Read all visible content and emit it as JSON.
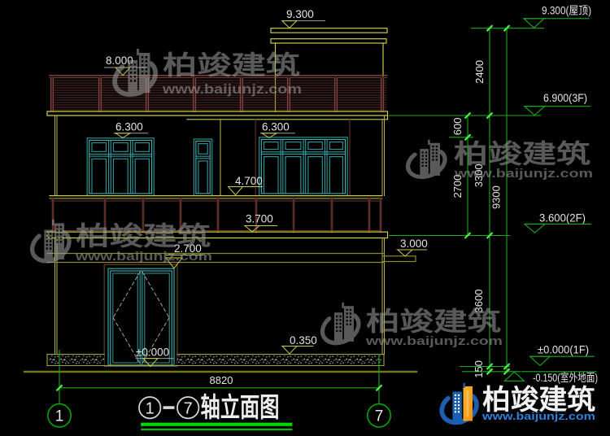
{
  "drawing": {
    "title": {
      "axis_from": "1",
      "separator": "-",
      "axis_to": "7",
      "text": "轴立面图"
    },
    "axis_bubbles": {
      "left": "1",
      "right": "7"
    },
    "bottom_dimension": "8820",
    "elevation_markers_left": {
      "bulkhead_roof": "9.300",
      "roof_railing_top": "8.000",
      "window_top_left": "6.300",
      "window_top_right": "6.300",
      "balcony_rail_top": "4.700",
      "balcony_slab_top": "3.700",
      "canopy": "3.000",
      "door_top": "2.700",
      "floor_level": "±0.000",
      "plinth_top": "0.350"
    },
    "elevation_markers_right": {
      "roof": "9.300(屋顶)",
      "f3": "6.900(3F)",
      "f2": "3.600(2F)",
      "f1": "±0.000(1F)",
      "outdoor_ground": "-0.150(室外地面)"
    },
    "dimension_chain": {
      "d2400": "2400",
      "d600": "600",
      "d2700": "2700",
      "d3300": "3300",
      "d9300": "9300",
      "d3600": "3600",
      "d150": "150"
    }
  },
  "watermark": {
    "name": "柏竣建筑",
    "url": "www.baijunjz.com"
  },
  "logo": {
    "name": "柏竣建筑",
    "url": "www.baijunjz.com"
  },
  "colors": {
    "background": "#000000",
    "wall_yellow": "#c9c94a",
    "dark_yellow": "#8a8a33",
    "railing_maroon": "#6b3632",
    "window_cyan": "#2f9b9b",
    "dimension_green": "#1ca81c",
    "tick_green": "#49f049",
    "text_white": "#e3e3e3",
    "watermark_gray": "#9a9a9a",
    "logo_blue": "#1b5fb0",
    "logo_orange": "#f6a21b"
  }
}
